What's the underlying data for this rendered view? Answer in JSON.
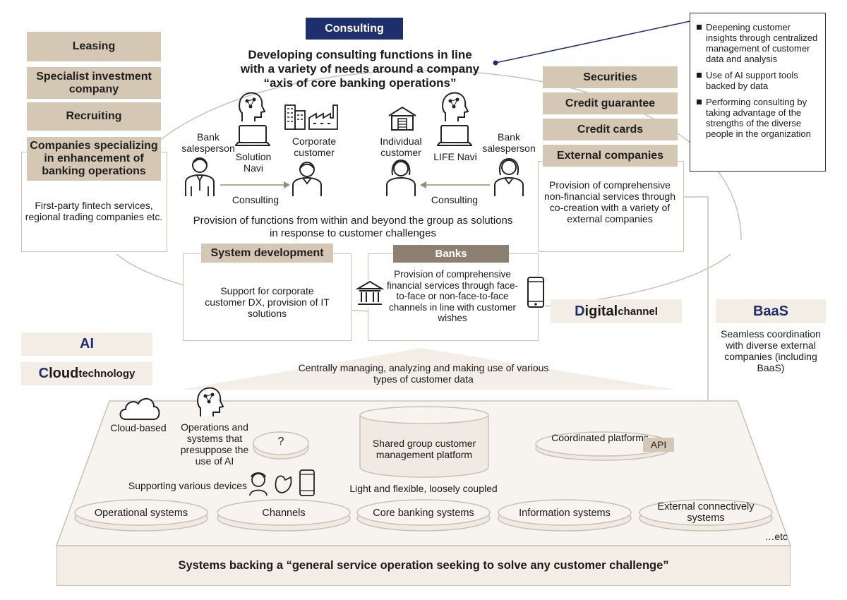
{
  "consulting": {
    "tag": "Consulting",
    "title_lines": [
      "Developing consulting functions in line",
      "with a variety of needs around a company",
      "“axis of core banking operations”"
    ]
  },
  "left_group": {
    "items": [
      "Leasing",
      "Specialist investment company",
      "Recruiting",
      "Companies specializing in enhancement of banking operations"
    ],
    "description": "First-party fintech services, regional trading companies etc."
  },
  "right_group": {
    "items": [
      "Securities",
      "Credit guarantee",
      "Credit cards",
      "External companies"
    ],
    "description": "Provision of comprehensive non-financial services through co-creation with a variety of external companies"
  },
  "notes": [
    "Deepening customer insights through centralized management of customer data and analysis",
    "Use of AI support tools backed by data",
    "Performing consulting by taking advantage of the strengths of the diverse people in the organization"
  ],
  "scene": {
    "bank_salesperson": "Bank salesperson",
    "solution_navi": "Solution Navi",
    "corporate_customer": "Corporate customer",
    "individual_customer": "Individual customer",
    "life_navi": "LIFE Navi",
    "consulting_label": "Consulting",
    "provision": "Provision of functions from within and beyond the group as solutions in response to customer challenges"
  },
  "system_dev": {
    "tag": "System development",
    "text": "Support for corporate customer DX, provision of IT solutions"
  },
  "banks": {
    "tag": "Banks",
    "text": "Provision of comprehensive financial services through face-to-face or non-face-to-face channels in line with customer wishes"
  },
  "digital_channel": {
    "big": "D",
    "rest": "igital",
    "small": " channel"
  },
  "baas": {
    "big": "B",
    "rest": "aaS",
    "text": "Seamless coordination with diverse external companies (including BaaS)"
  },
  "ai": {
    "big": "AI"
  },
  "cloud": {
    "big": "C",
    "rest": "loud",
    "small": " technology"
  },
  "central": "Centrally managing, analyzing and making use of various types of customer data",
  "platform": {
    "cloud_based": "Cloud-based",
    "ops_ai": "Operations and systems that presuppose the use of AI",
    "question": "?",
    "shared": "Shared group customer management platform",
    "coordinated": "Coordinated platforms",
    "api": "API",
    "devices": "Supporting various devices",
    "light": "Light and flexible, loosely coupled",
    "systems": [
      "Operational systems",
      "Channels",
      "Core banking systems",
      "Information systems",
      "External connectively systems"
    ],
    "etc": "…etc"
  },
  "bottom": "Systems backing a “general service operation seeking to solve any customer challenge”"
}
